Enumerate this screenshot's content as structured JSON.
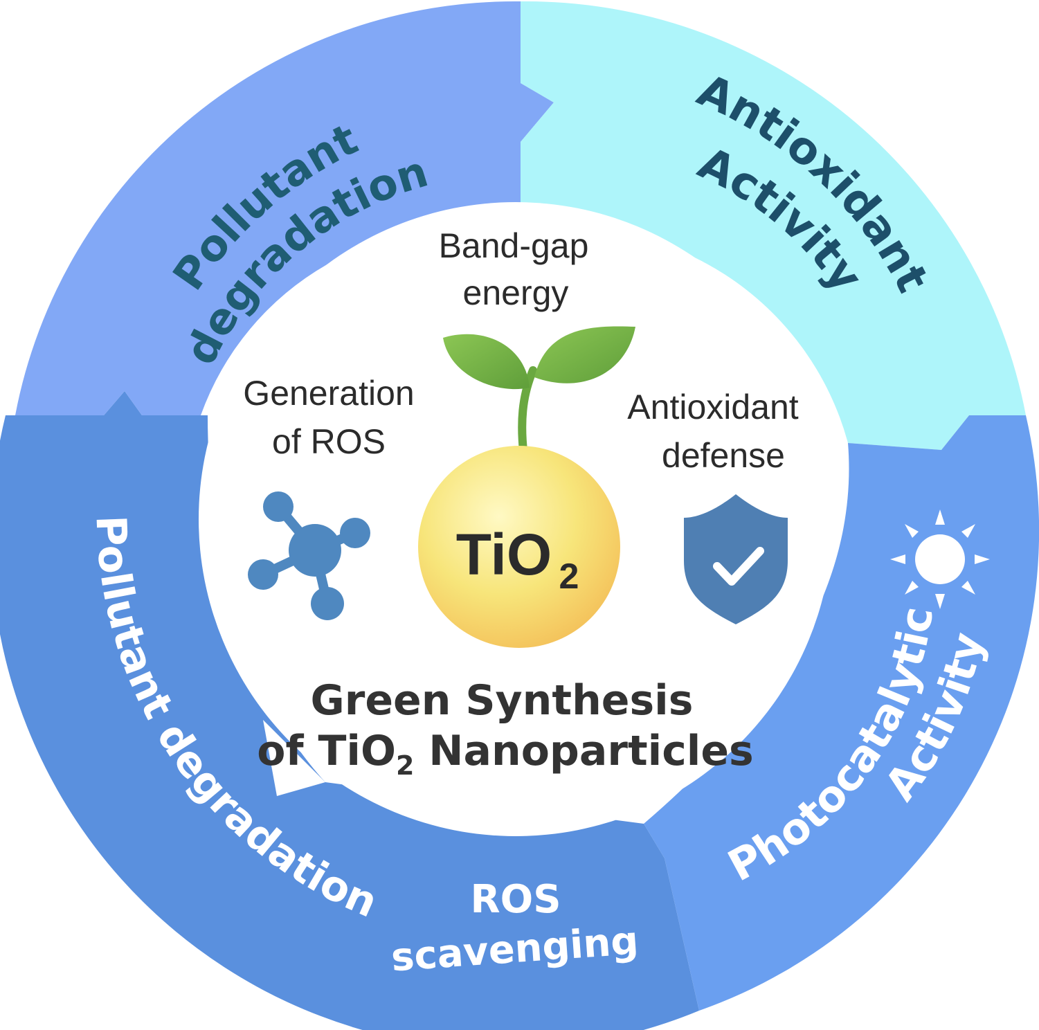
{
  "segments": {
    "top_left": {
      "line1": "Pollutant",
      "line2": "degradation",
      "fill": "#82a8f6",
      "text_color": "#1f5d73"
    },
    "top_right": {
      "line1": "Antioxidant",
      "line2": "Activity",
      "fill": "#aef5fa",
      "text_color": "#1d4f6a"
    },
    "right": {
      "line1": "Photocatalytic",
      "line2": "Activity",
      "fill": "#6a9ff0",
      "text_color": "#ffffff"
    },
    "bottom": {
      "line1": "Pollutant degradation",
      "extra_line1": "ROS",
      "extra_line2": "scavenging",
      "fill": "#5a90de",
      "text_color": "#ffffff"
    }
  },
  "center": {
    "top_label_line1": "Band-gap",
    "top_label_line2": "energy",
    "left_label_line1": "Generation",
    "left_label_line2": "of ROS",
    "right_label_line1": "Antioxidant",
    "right_label_line2": "defense",
    "core_main": "TiO",
    "core_sub": "2",
    "title_line1": "Green Synthesis",
    "title_line2_a": "of TiO",
    "title_line2_sub": "2",
    "title_line2_b": " Nanoparticles"
  },
  "icons": {
    "sprout": "sprout-icon",
    "molecule": "molecule-icon",
    "shield": "shield-check-icon",
    "sun": "sun-icon"
  },
  "colors": {
    "leaf": "#7cb84a",
    "molecule": "#4f88c0",
    "shield": "#4f7fb3",
    "core": "#f7e57a"
  }
}
